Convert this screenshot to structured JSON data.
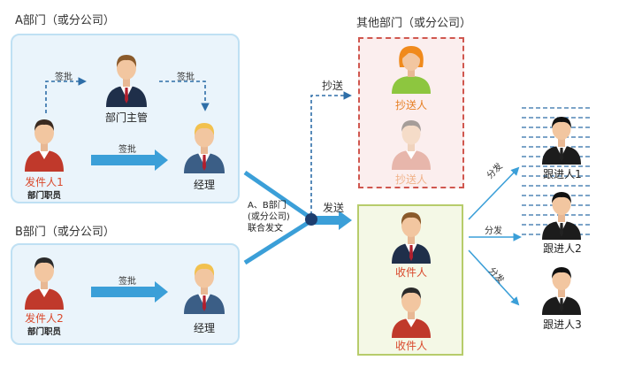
{
  "sections": {
    "dept_a": "A部门（或分公司）",
    "dept_b": "B部门（或分公司）",
    "other": "其他部门（或分公司）"
  },
  "people": {
    "sender1": "发件人1",
    "sender1_role": "部门职员",
    "supervisor": "部门主管",
    "manager_a": "经理",
    "sender2": "发件人2",
    "sender2_role": "部门职员",
    "manager_b": "经理",
    "cc1": "抄送人",
    "cc2": "抄送人",
    "receiver1": "收件人",
    "receiver2": "收件人",
    "follower1": "跟进人1",
    "follower2": "跟进人2",
    "follower3": "跟进人3"
  },
  "edges": {
    "approve_up": "签批",
    "approve_down": "签批",
    "approve_a": "签批",
    "approve_b": "签批",
    "cc_send": "抄送",
    "send": "发送",
    "joint_issue_1": "A、B部门",
    "joint_issue_2": "(或分公司)",
    "joint_issue_3": "联合发文",
    "distribute1": "分发",
    "distribute2": "分发",
    "distribute3": "分发"
  },
  "colors": {
    "arrow_blue": "#3b9fd8",
    "dashed_blue": "#2e6ea8",
    "node_navy": "#1d3d6e",
    "sender_red": "#d9482b",
    "cc_orange": "#e67e22",
    "cc_box_border": "#d0574f",
    "receiver_box_border": "#b7cc6b",
    "dept_box_border": "#bfe0f3"
  }
}
